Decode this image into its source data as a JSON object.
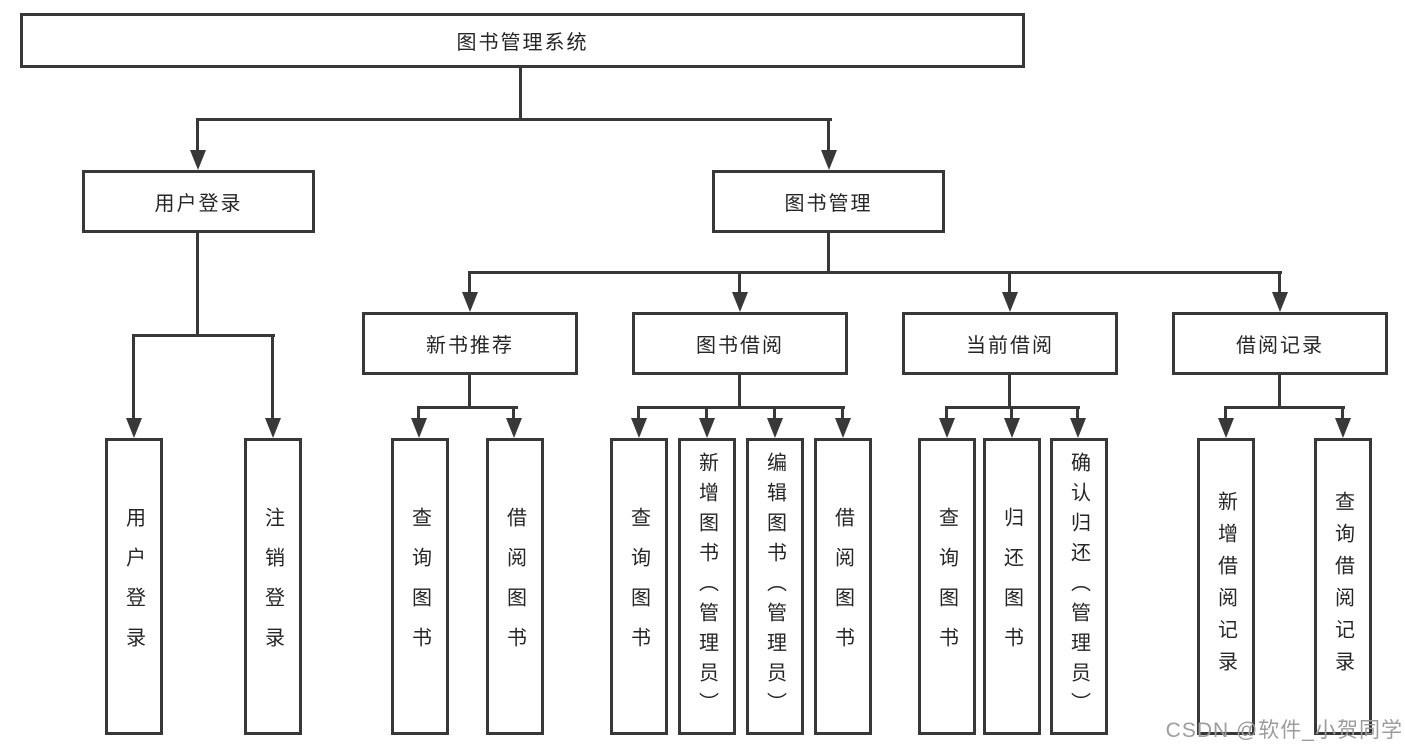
{
  "colors": {
    "line": "#383838",
    "text": "#262626",
    "bg": "#ffffff",
    "watermark": "#9c9c9c"
  },
  "diagram": {
    "type": "hierarchy-tree",
    "root": {
      "label": "图书管理系统",
      "children": [
        {
          "label": "用户登录",
          "children": [
            {
              "label": "用户登录"
            },
            {
              "label": "注销登录"
            }
          ]
        },
        {
          "label": "图书管理",
          "children": [
            {
              "label": "新书推荐",
              "children": [
                {
                  "label": "查询图书"
                },
                {
                  "label": "借阅图书"
                }
              ]
            },
            {
              "label": "图书借阅",
              "children": [
                {
                  "label": "查询图书"
                },
                {
                  "label": "新增图书（管理员）"
                },
                {
                  "label": "编辑图书（管理员）"
                },
                {
                  "label": "借阅图书"
                }
              ]
            },
            {
              "label": "当前借阅",
              "children": [
                {
                  "label": "查询图书"
                },
                {
                  "label": "归还图书"
                },
                {
                  "label": "确认归还（管理员）"
                }
              ]
            },
            {
              "label": "借阅记录",
              "children": [
                {
                  "label": "新增借阅记录"
                },
                {
                  "label": "查询借阅记录"
                }
              ]
            }
          ]
        }
      ]
    }
  },
  "watermark": {
    "text": "CSDN @软件_小贺同学"
  }
}
